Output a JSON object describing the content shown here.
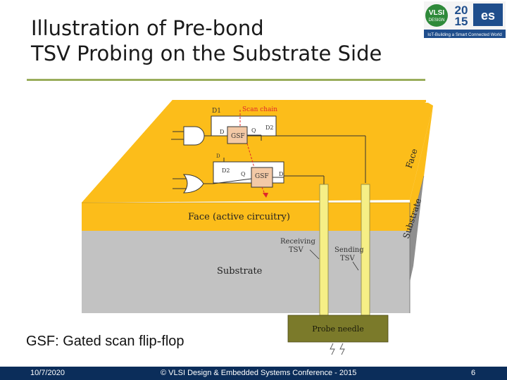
{
  "slide": {
    "title_line1": "Illustration of Pre-bond",
    "title_line2": "TSV Probing on the Substrate Side",
    "caption": "GSF: Gated scan flip-flop"
  },
  "logo": {
    "text_left": "VLSI",
    "text_left_sub": "DESIGN",
    "year_top": "20",
    "year_bottom": "15",
    "badge": "es",
    "tagline": "IoT-Building a Smart Connected World"
  },
  "diagram": {
    "labels": {
      "d1": "D1",
      "scan_chain": "Scan chain",
      "gsf1": "GSF",
      "gsf2": "GSF",
      "d_left1": "D",
      "q_top": "Q",
      "d2_top": "D2",
      "d_small": "D",
      "d2_lower": "D2",
      "q_lower": "Q",
      "d_right": "D",
      "face_side": "Face",
      "face_front": "Face (active circuitry)",
      "substrate_side": "Substrate",
      "receiving_tsv": "Receiving",
      "receiving_tsv2": "TSV",
      "sending_tsv": "Sending",
      "sending_tsv2": "TSV",
      "substrate_front": "Substrate",
      "probe_needle": "Probe needle"
    },
    "colors": {
      "face": "#fcbd1a",
      "substrate": "#c2c2c2",
      "substrate_side": "#8f8f8f",
      "probe": "#7b7a2a",
      "tsv": "#f6ef86",
      "scan_chain": "#e0262b"
    }
  },
  "footer": {
    "date": "10/7/2020",
    "conference": "© VLSI Design & Embedded Systems Conference - 2015",
    "page": "6"
  }
}
